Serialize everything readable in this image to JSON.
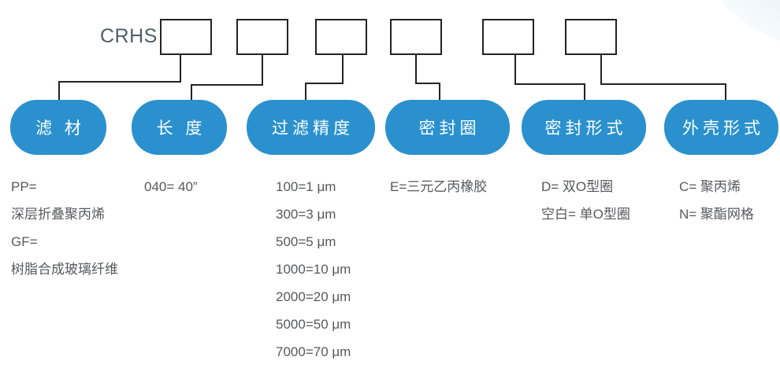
{
  "diagram": {
    "title_semantic": "CRHS filter cartridge ordering code diagram",
    "prefix": "CRHS",
    "code_slots": [
      "",
      "",
      "",
      "",
      "",
      ""
    ],
    "colors": {
      "pill_blue": "#2B91CE",
      "line_dark": "#262122",
      "box_border": "#262122",
      "list_text_gray": "#58595B",
      "prefix_text": "#4E5D6B",
      "corner_accent_blue": "#F0F7FB",
      "pill_text": "#FFFFFF"
    },
    "columns": [
      {
        "id": "filter-media",
        "pill_label": "滤 材",
        "items": [
          "PP=",
          "深层折叠聚丙烯",
          "GF=",
          "树脂合成玻璃纤维"
        ]
      },
      {
        "id": "length",
        "pill_label": "长 度",
        "items": [
          "040= 40”"
        ]
      },
      {
        "id": "filtration-rating",
        "pill_label": "过滤精度",
        "items": [
          "100=1 μm",
          "300=3 μm",
          "500=5 μm",
          "1000=10 μm",
          "2000=20 μm",
          "5000=50 μm",
          "7000=70 μm"
        ]
      },
      {
        "id": "seal-ring",
        "pill_label": "密封圈",
        "items": [
          "E=三元乙丙橡胶"
        ]
      },
      {
        "id": "seal-form",
        "pill_label": "密封形式",
        "items": [
          "D= 双O型圈",
          "空白= 单O型圈"
        ]
      },
      {
        "id": "housing-form",
        "pill_label": "外壳形式",
        "items": [
          "C= 聚丙烯",
          "N= 聚酯网格"
        ]
      }
    ]
  }
}
